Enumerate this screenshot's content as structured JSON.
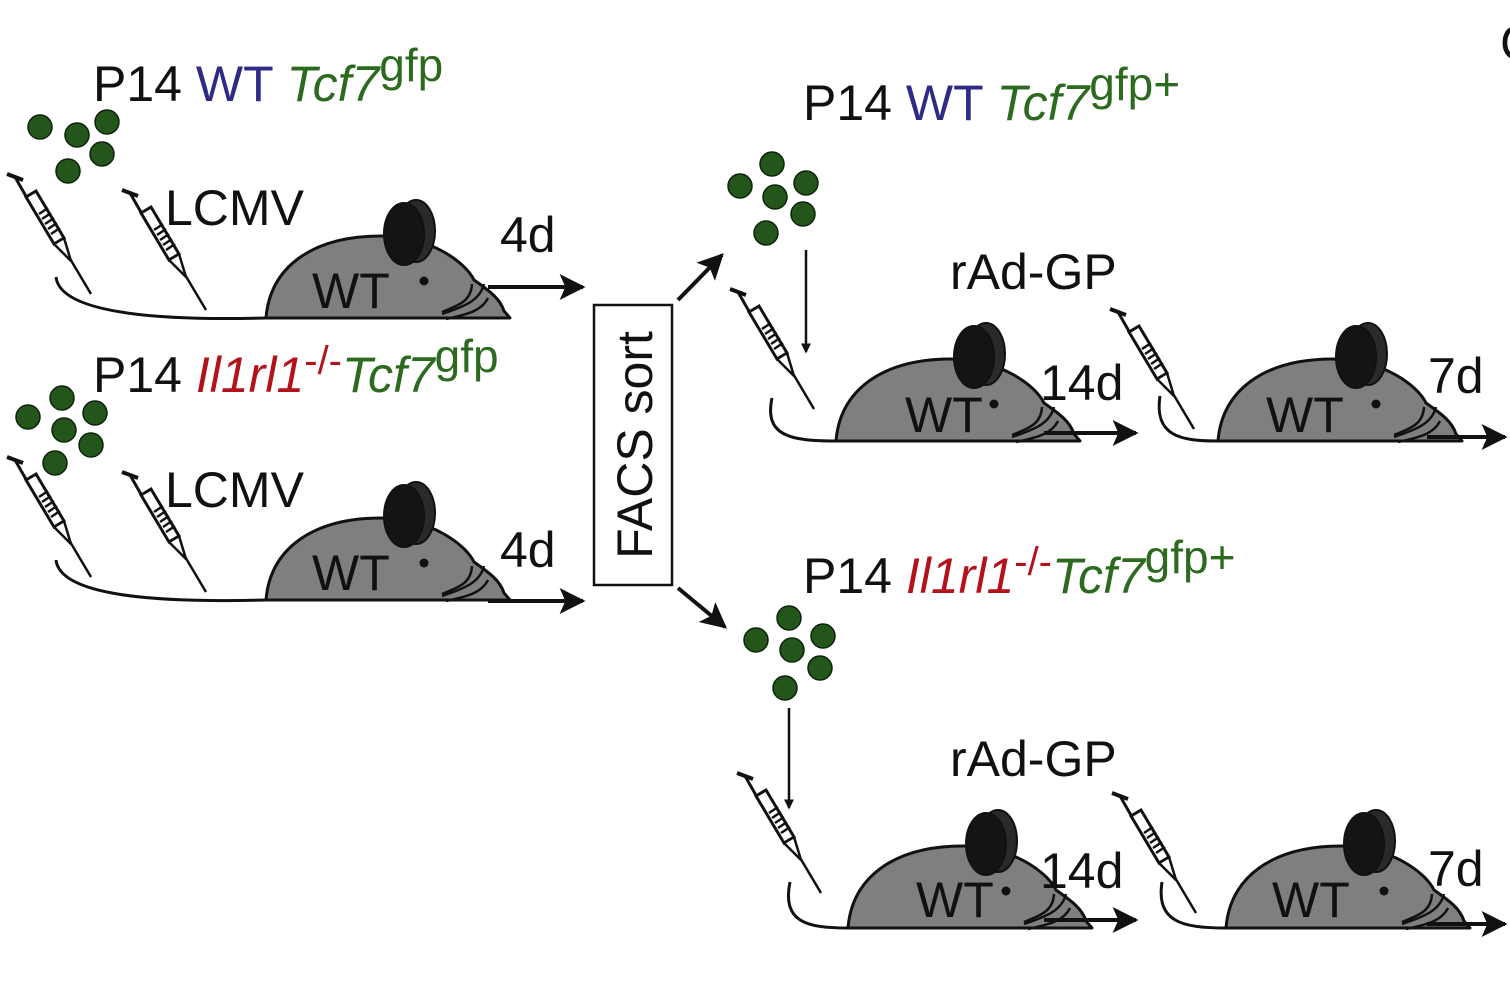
{
  "colors": {
    "black": "#111111",
    "wt_blue": "#2e2a86",
    "knockout_red": "#b3121b",
    "gfp_green": "#2c6a1f",
    "mouse_gray": "#7f7f7f",
    "ear_black": "#141414",
    "cell_green": "#24561b"
  },
  "top_donor": {
    "p14": "P14",
    "genotype": "WT",
    "reporter": "Tcf7",
    "reporter_sup": "gfp",
    "infection": "LCMV",
    "host": "WT",
    "time": "4d"
  },
  "bottom_donor": {
    "p14": "P14",
    "genotype": "Il1rl1",
    "genotype_sup": "-/-",
    "reporter": "Tcf7",
    "reporter_sup": "gfp",
    "infection": "LCMV",
    "host": "WT",
    "time": "4d"
  },
  "sort_box": {
    "label": "FACS sort"
  },
  "top_recipient": {
    "p14": "P14",
    "genotype": "WT",
    "reporter": "Tcf7",
    "reporter_sup": "gfp+",
    "challenge": "rAd-GP",
    "host1": "WT",
    "time1": "14d",
    "host2": "WT",
    "time2": "7d"
  },
  "bottom_recipient": {
    "p14": "P14",
    "genotype": "Il1rl1",
    "genotype_sup": "-/-",
    "reporter": "Tcf7",
    "reporter_sup": "gfp+",
    "challenge": "rAd-GP",
    "host1": "WT",
    "time1": "14d",
    "host2": "WT",
    "time2": "7d"
  },
  "cut_off_panel_letter": "C"
}
